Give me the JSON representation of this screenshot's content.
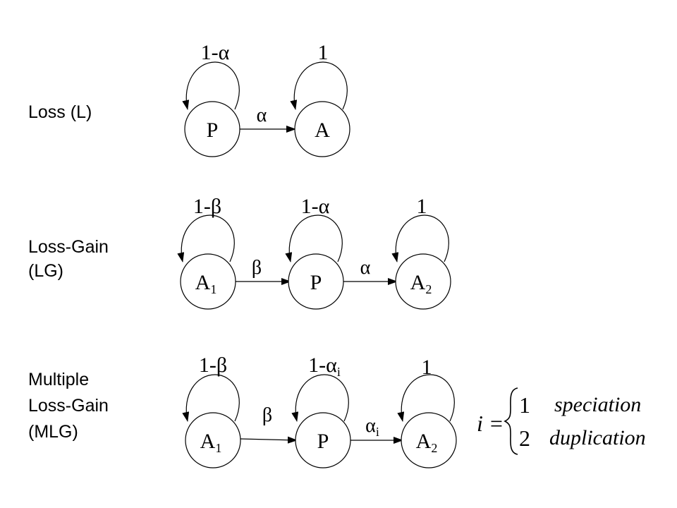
{
  "rows": [
    {
      "label_lines": [
        "Loss (L)"
      ],
      "nodes": [
        {
          "base": "P",
          "sub": ""
        },
        {
          "base": "A",
          "sub": ""
        }
      ],
      "loops": [
        {
          "base": "1-",
          "greek": "α",
          "sub": ""
        },
        {
          "base": "1",
          "greek": "",
          "sub": ""
        }
      ],
      "edges": [
        {
          "greek": "α",
          "sub": ""
        }
      ]
    },
    {
      "label_lines": [
        "Loss-Gain",
        "(LG)"
      ],
      "nodes": [
        {
          "base": "A",
          "sub": "1"
        },
        {
          "base": "P",
          "sub": ""
        },
        {
          "base": "A",
          "sub": "2"
        }
      ],
      "loops": [
        {
          "base": "1-",
          "greek": "β",
          "sub": ""
        },
        {
          "base": "1-",
          "greek": "α",
          "sub": ""
        },
        {
          "base": "1",
          "greek": "",
          "sub": ""
        }
      ],
      "edges": [
        {
          "greek": "β",
          "sub": ""
        },
        {
          "greek": "α",
          "sub": ""
        }
      ]
    },
    {
      "label_lines": [
        "Multiple",
        "Loss-Gain",
        "(MLG)"
      ],
      "nodes": [
        {
          "base": "A",
          "sub": "1"
        },
        {
          "base": "P",
          "sub": ""
        },
        {
          "base": "A",
          "sub": "2"
        }
      ],
      "loops": [
        {
          "base": "1-",
          "greek": "β",
          "sub": ""
        },
        {
          "base": "1-",
          "greek": "α",
          "sub": "i"
        },
        {
          "base": "1",
          "greek": "",
          "sub": ""
        }
      ],
      "edges": [
        {
          "greek": "β",
          "sub": ""
        },
        {
          "greek": "α",
          "sub": "i"
        }
      ]
    }
  ],
  "equation": {
    "lhs": "i =",
    "cases": [
      {
        "value": "1",
        "meaning": "speciation"
      },
      {
        "value": "2",
        "meaning": "duplication"
      }
    ]
  }
}
